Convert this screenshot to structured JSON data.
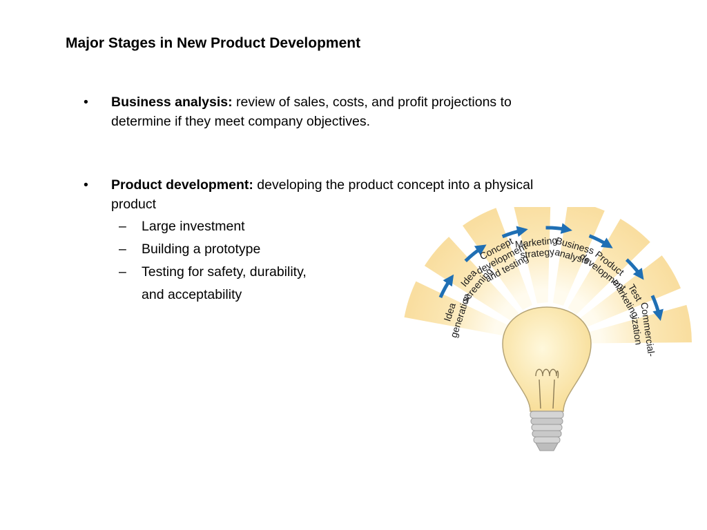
{
  "slide": {
    "title": "Major Stages in New Product Development",
    "bullets": [
      {
        "symbol": "•",
        "term": "Business analysis:",
        "text": " review of sales, costs, and profit projections to determine if they meet company objectives."
      },
      {
        "symbol": "•",
        "term": "Product development:",
        "text": " developing the product concept into a physical product"
      }
    ],
    "sub_bullets": [
      {
        "symbol": "–",
        "text": "Large investment"
      },
      {
        "symbol": "–",
        "text": "Building a prototype"
      },
      {
        "symbol": "–",
        "text": "Testing for safety, durability,"
      },
      {
        "symbol": "",
        "text": "and acceptability"
      }
    ]
  },
  "diagram": {
    "stages": [
      {
        "lines": [
          "Idea",
          "generation"
        ]
      },
      {
        "lines": [
          "Idea",
          "screening"
        ]
      },
      {
        "lines": [
          "Concept",
          "development",
          "and testing"
        ]
      },
      {
        "lines": [
          "Marketing",
          "strategy"
        ]
      },
      {
        "lines": [
          "Business",
          "analysis"
        ]
      },
      {
        "lines": [
          "Product",
          "development"
        ]
      },
      {
        "lines": [
          "Test",
          "marketing"
        ]
      },
      {
        "lines": [
          "Commercial-",
          "ization"
        ]
      }
    ],
    "colors": {
      "segment_outer": "#f9dea0",
      "segment_inner": "#fffbee",
      "arrow": "#1f6fb4",
      "bulb_glass": "#fbe7a9",
      "bulb_outline": "#b5a477",
      "base": "#c9c9c9"
    }
  }
}
